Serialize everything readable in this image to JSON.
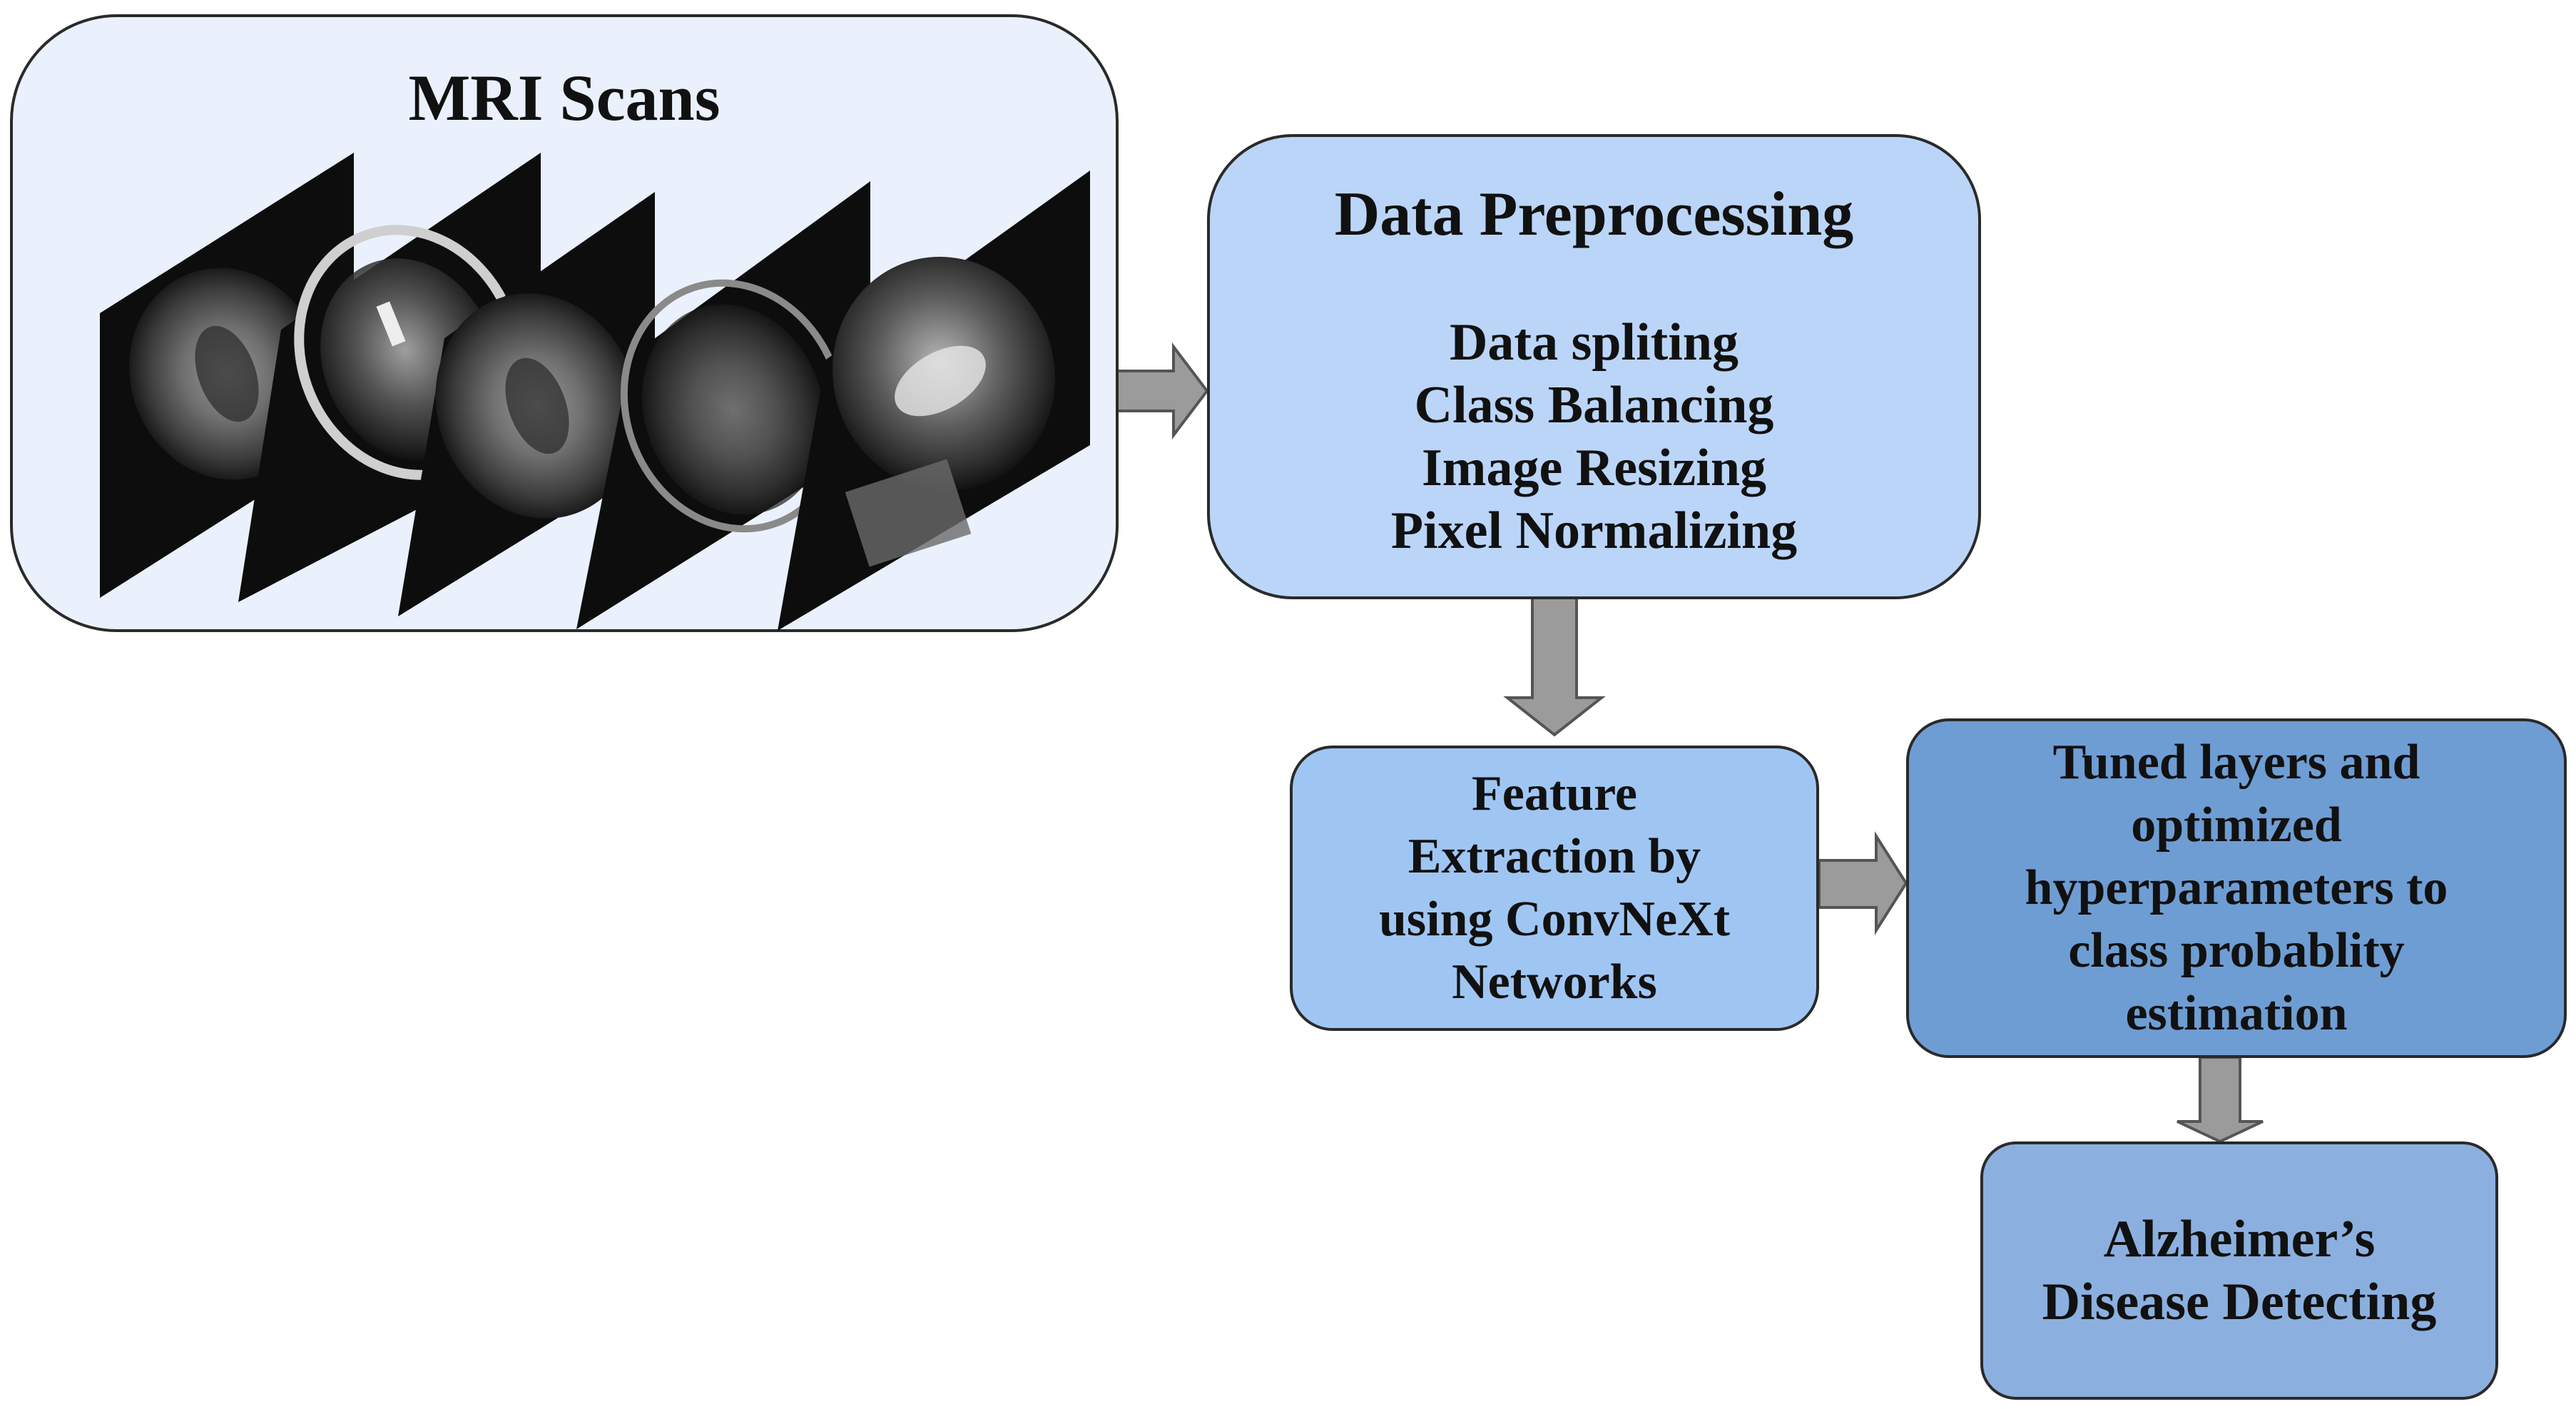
{
  "mri": {
    "title": "MRI Scans"
  },
  "preprocessing": {
    "title": "Data Preprocessing",
    "steps": [
      "Data spliting",
      "Class Balancing",
      "Image Resizing",
      "Pixel Normalizing"
    ]
  },
  "feature_extraction": {
    "lines": [
      "Feature",
      "Extraction by",
      "using ConvNeXt",
      "Networks"
    ]
  },
  "tuned": {
    "lines": [
      "Tuned layers and",
      "optimized",
      "hyperparameters to",
      "class probablity",
      "estimation"
    ]
  },
  "detection": {
    "lines": [
      "Alzheimer’s",
      "Disease Detecting"
    ]
  },
  "colors": {
    "mri_fill": "#eaf1fc",
    "preprocessing_fill": "#bad5f8",
    "feature_fill": "#9fc6f3",
    "tuned_fill": "#6e9dd3",
    "detection_fill": "#8bb0df",
    "arrow_fill": "#9b9b9b"
  }
}
